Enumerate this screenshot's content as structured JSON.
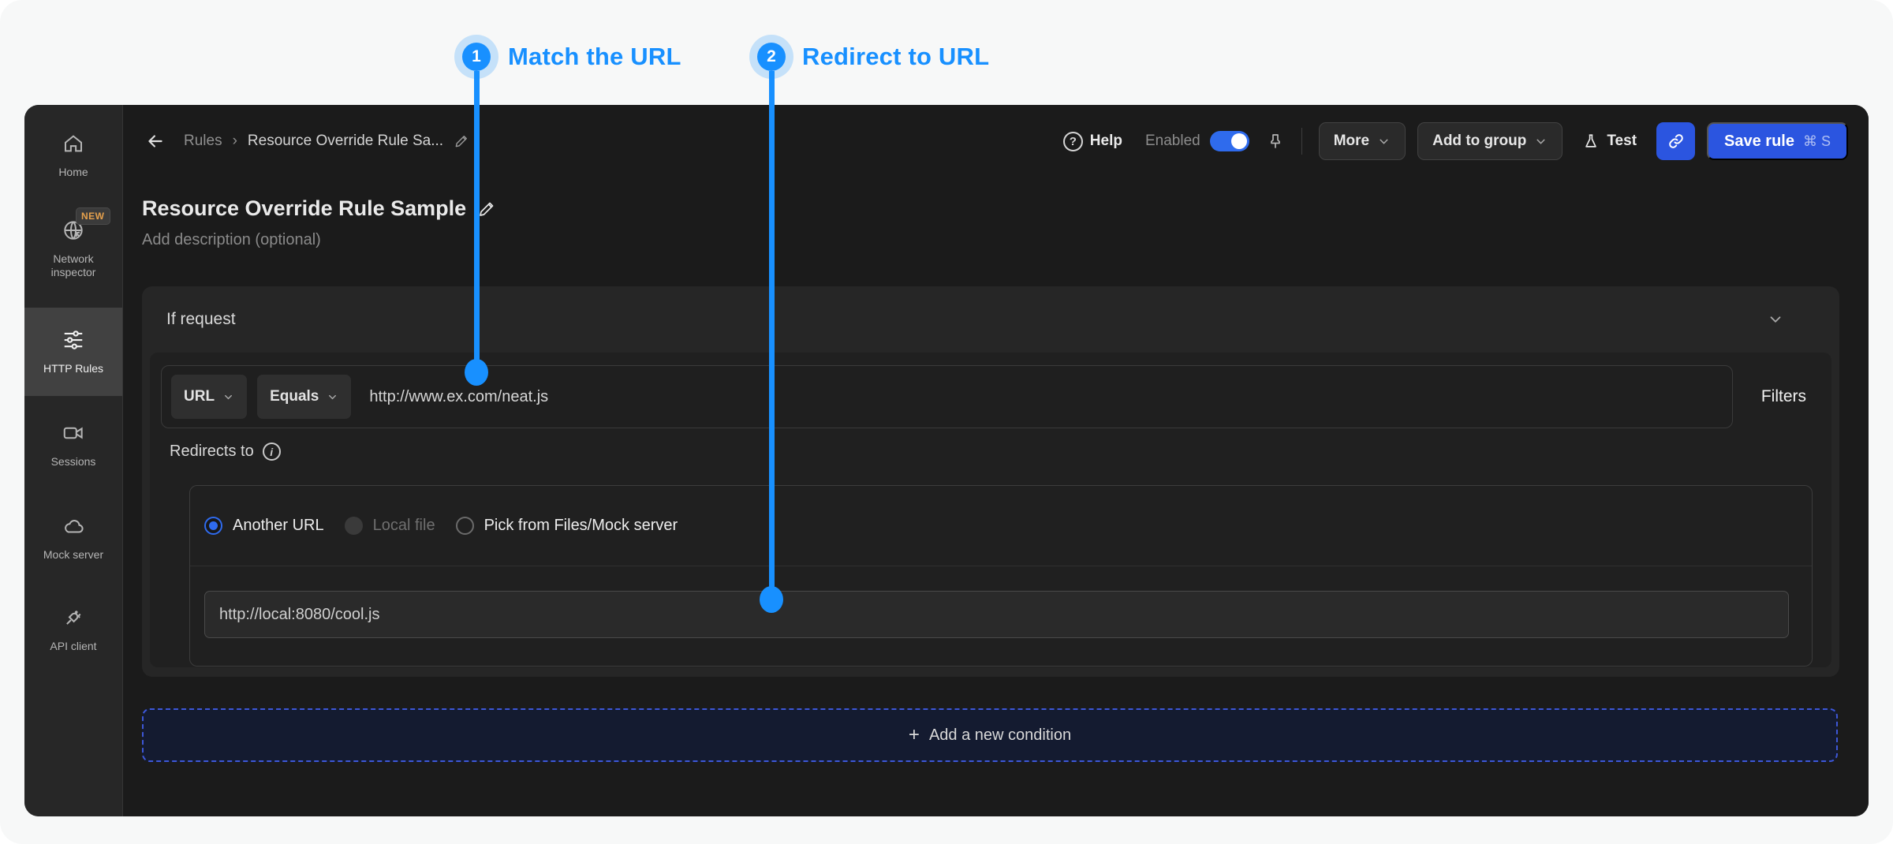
{
  "annotations": {
    "step1": {
      "number": "1",
      "label": "Match the URL"
    },
    "step2": {
      "number": "2",
      "label": "Redirect to URL"
    }
  },
  "sidebar": {
    "items": [
      {
        "label": "Home"
      },
      {
        "label": "Network inspector",
        "badge": "NEW"
      },
      {
        "label": "HTTP Rules",
        "selected": true
      },
      {
        "label": "Sessions"
      },
      {
        "label": "Mock server"
      },
      {
        "label": "API client"
      }
    ]
  },
  "header": {
    "breadcrumb": {
      "root": "Rules",
      "separator": "›",
      "current": "Resource Override Rule Sa..."
    },
    "help_label": "Help",
    "enabled_label": "Enabled",
    "more_label": "More",
    "add_to_group_label": "Add to group",
    "test_label": "Test",
    "save_label": "Save rule",
    "save_shortcut": "⌘ S"
  },
  "rule": {
    "title": "Resource Override Rule Sample",
    "description_placeholder": "Add description (optional)"
  },
  "condition": {
    "section_title": "If request",
    "key_selector": "URL",
    "operator_selector": "Equals",
    "url_value": "http://www.ex.com/neat.js",
    "filters_label": "Filters"
  },
  "redirect": {
    "label": "Redirects to",
    "options": [
      {
        "label": "Another URL",
        "state": "selected"
      },
      {
        "label": "Local file",
        "state": "disabled"
      },
      {
        "label": "Pick from Files/Mock server",
        "state": "default"
      }
    ],
    "destination_value": "http://local:8080/cool.js"
  },
  "footer": {
    "add_condition_label": "Add a new condition"
  },
  "colors": {
    "annotation_blue": "#1890ff",
    "primary_button_blue": "#2b55e0",
    "toggle_on_blue": "#2f6bed"
  }
}
